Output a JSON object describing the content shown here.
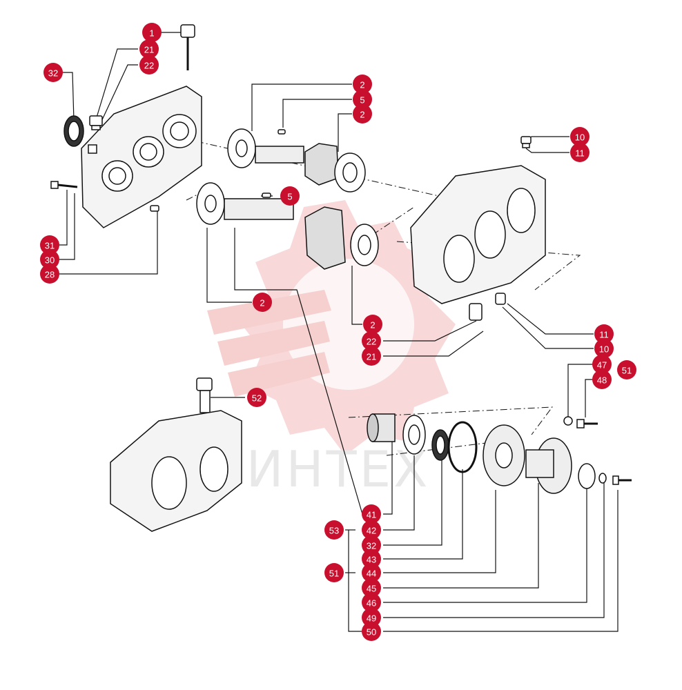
{
  "diagram": {
    "watermark_text": "ИНТЕХ",
    "colors": {
      "callout": "#c8102e",
      "callout_text": "#ffffff",
      "line": "#111111",
      "watermark": "#e8a0a0",
      "watermark_text": "#d0d0d0"
    },
    "callouts": [
      "1",
      "21",
      "22",
      "32",
      "2",
      "5",
      "2",
      "10",
      "11",
      "5",
      "31",
      "30",
      "28",
      "2",
      "2",
      "22",
      "21",
      "11",
      "10",
      "47",
      "51",
      "48",
      "52",
      "41",
      "53",
      "42",
      "32",
      "43",
      "51",
      "44",
      "45",
      "46",
      "49",
      "50"
    ]
  }
}
